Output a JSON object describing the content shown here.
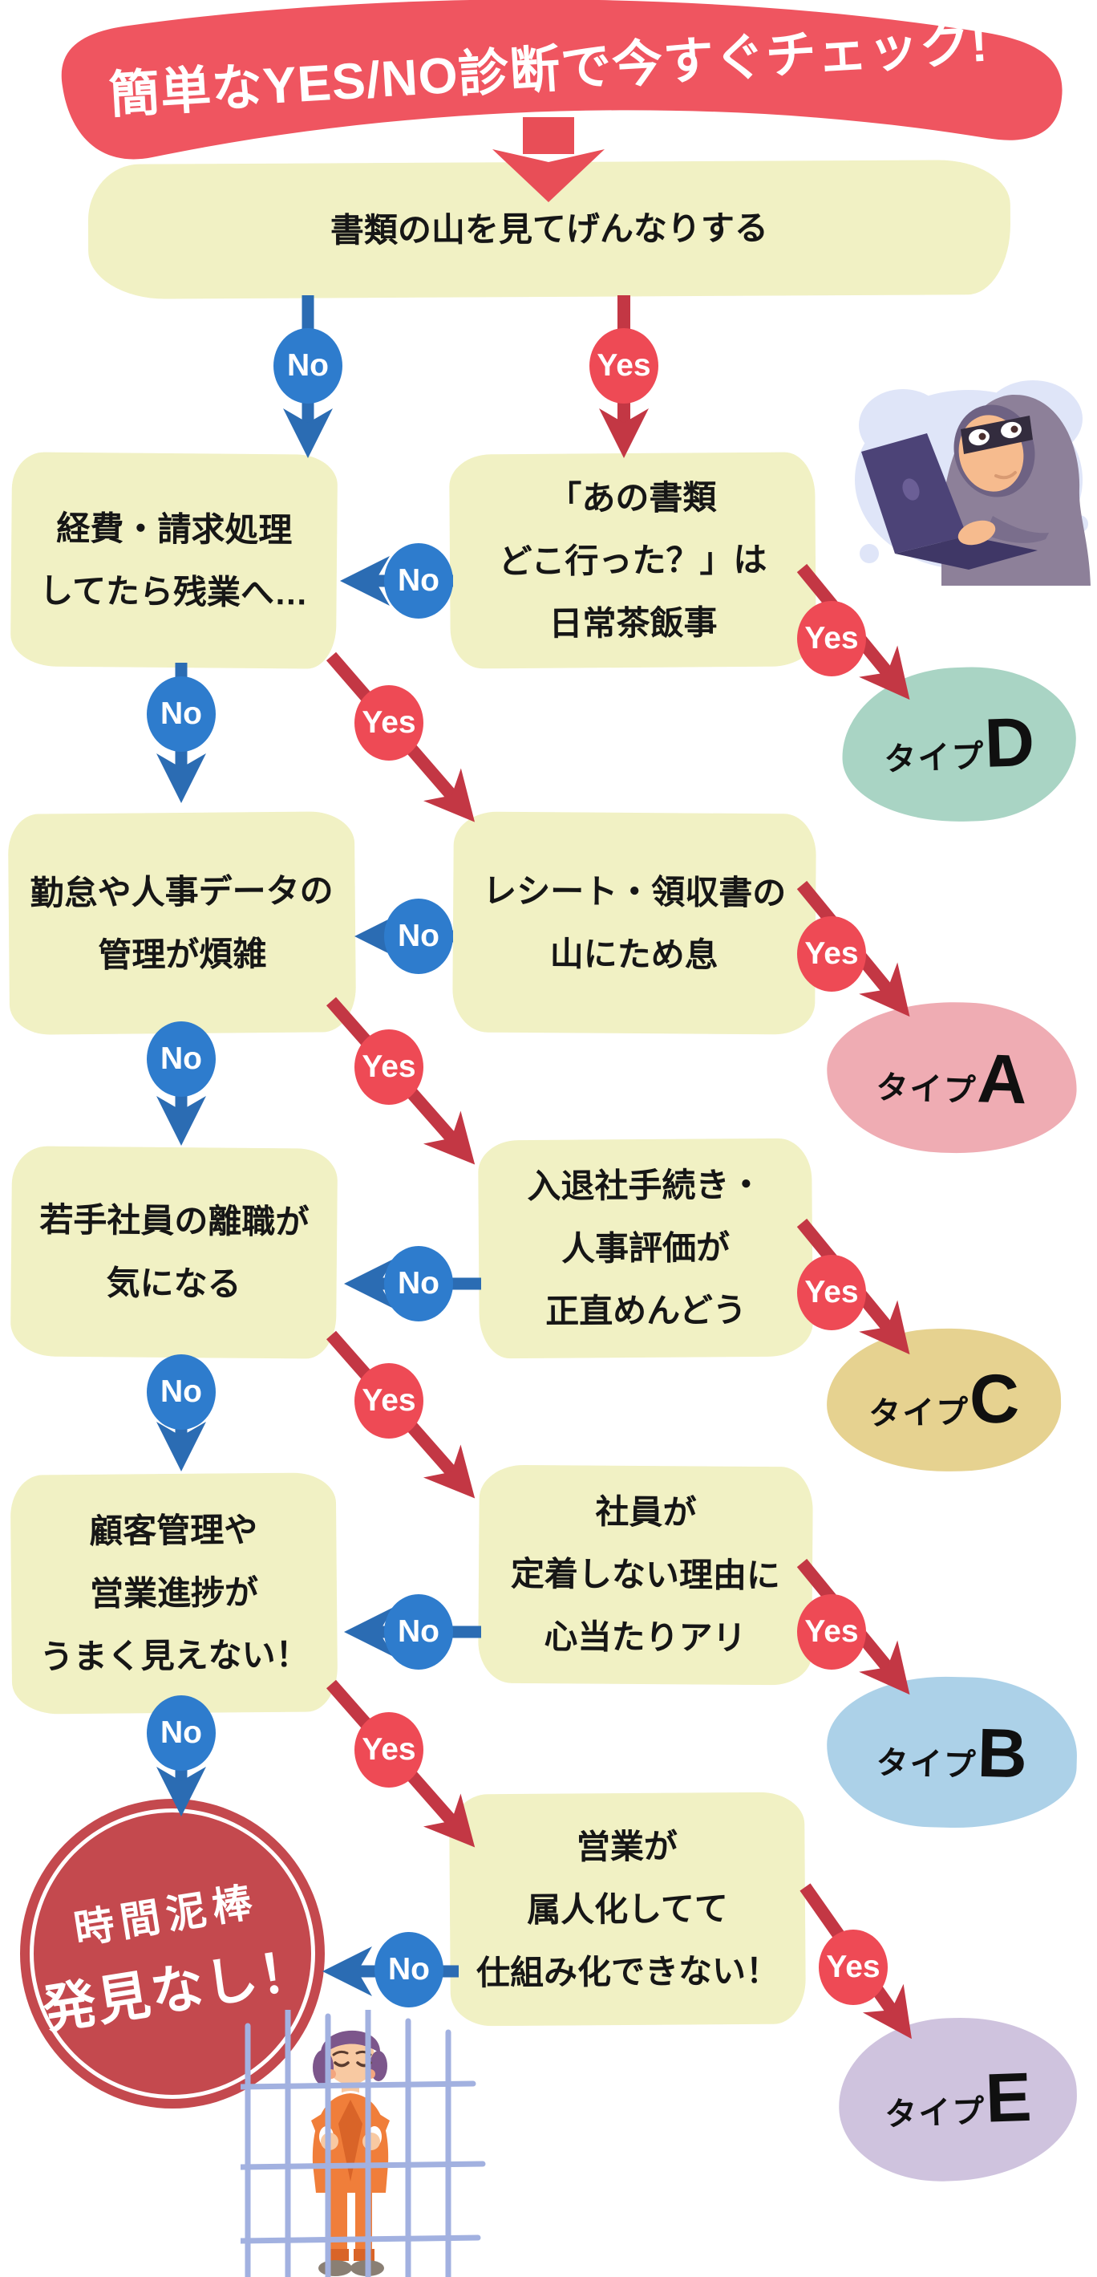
{
  "banner": {
    "text": "簡単なYES/NO診断で今すぐチェック!"
  },
  "labels": {
    "yes": "Yes",
    "no": "No"
  },
  "questions": [
    {
      "lines": [
        "書類の山を見てげんなりする"
      ]
    },
    {
      "lines": [
        "経費・請求処理",
        "してたら残業へ…"
      ]
    },
    {
      "lines": [
        "「あの書類",
        "どこ行った？」は",
        "日常茶飯事"
      ]
    },
    {
      "lines": [
        "レシート・領収書の",
        "山にため息"
      ]
    },
    {
      "lines": [
        "勤怠や人事データの",
        "管理が煩雑"
      ]
    },
    {
      "lines": [
        "入退社手続き・",
        "人事評価が",
        "正直めんどう"
      ]
    },
    {
      "lines": [
        "若手社員の離職が",
        "気になる"
      ]
    },
    {
      "lines": [
        "社員が",
        "定着しない理由に",
        "心当たりアリ"
      ]
    },
    {
      "lines": [
        "顧客管理や",
        "営業進捗が",
        "うまく見えない！"
      ]
    },
    {
      "lines": [
        "営業が",
        "属人化してて",
        "仕組み化できない！"
      ]
    }
  ],
  "types": [
    {
      "prefix": "タイプ",
      "letter": "D",
      "color": "#a9d4c4"
    },
    {
      "prefix": "タイプ",
      "letter": "A",
      "color": "#efacb3"
    },
    {
      "prefix": "タイプ",
      "letter": "C",
      "color": "#e6d290"
    },
    {
      "prefix": "タイプ",
      "letter": "B",
      "color": "#acd1e8"
    },
    {
      "prefix": "タイプ",
      "letter": "E",
      "color": "#cfc3de"
    }
  ],
  "result": {
    "line1": "時間泥棒",
    "line2": "発見なし！"
  },
  "colors": {
    "banner_red": "#ef5560",
    "big_arrow_red": "#e84e57",
    "arrow_red": "#c33744",
    "yes_red": "#ee4a55",
    "no_blue": "#2e7ccd",
    "arrow_blue": "#2b6cb3",
    "question_paper": "#f1f1c4",
    "badge_red": "#c4494e"
  },
  "icons": {
    "thief": "thief-with-laptop-illustration",
    "prisoner": "prisoner-behind-bars-illustration"
  }
}
